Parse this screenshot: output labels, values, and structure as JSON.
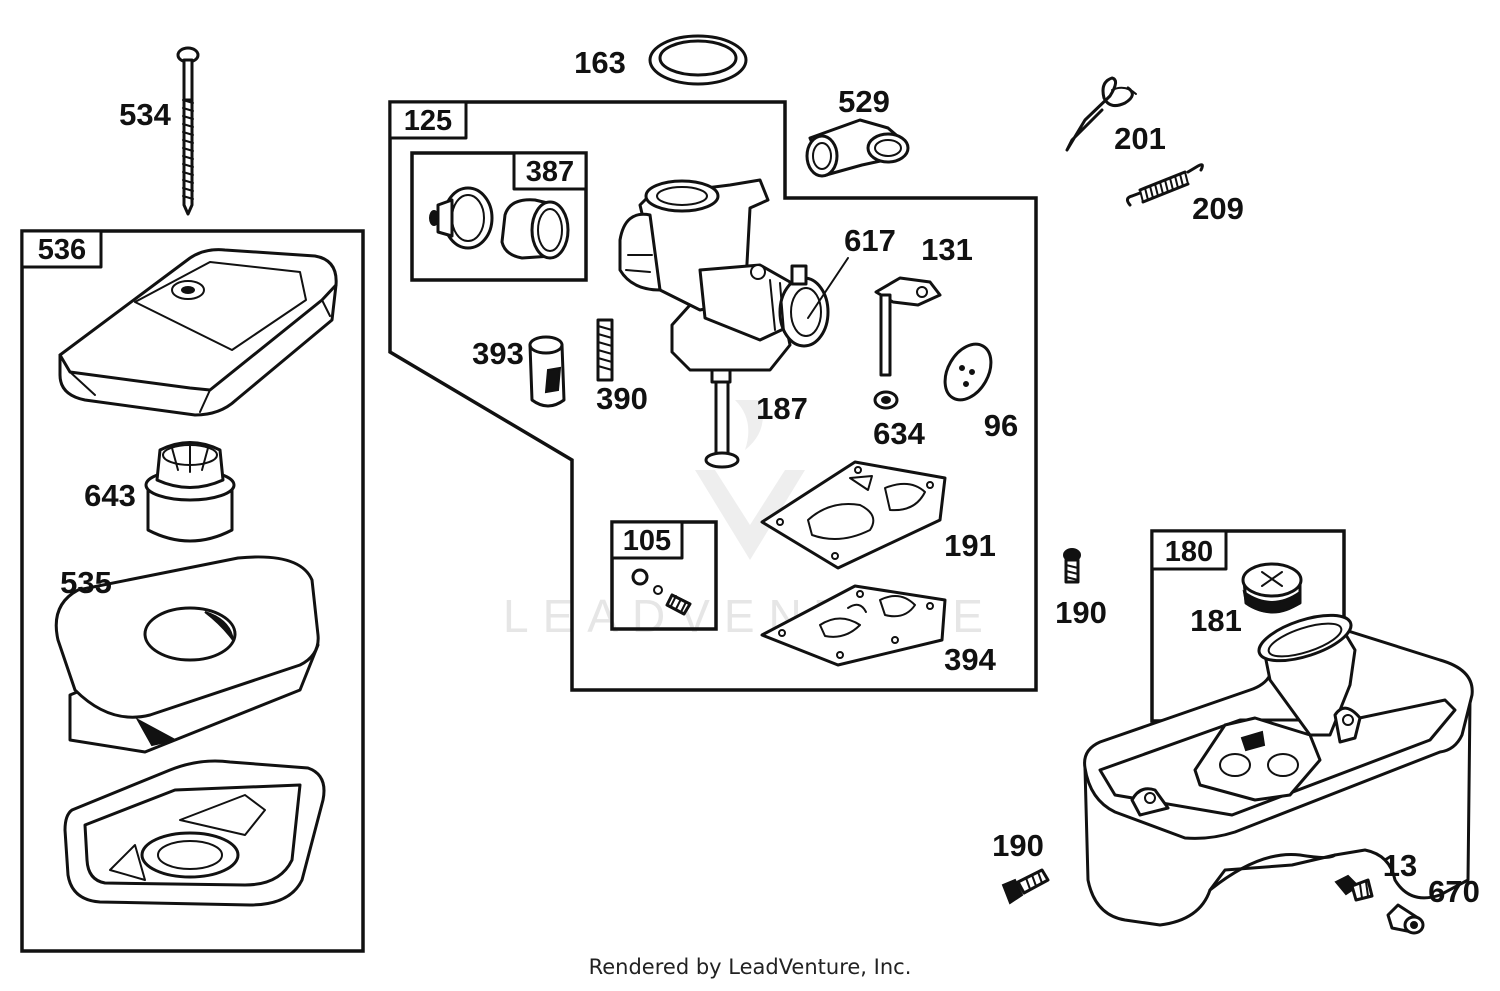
{
  "footer": "Rendered by LeadVenture, Inc.",
  "watermark": "LEADVENTURE",
  "boxes": [
    {
      "id": "536",
      "label": "536"
    },
    {
      "id": "125",
      "label": "125"
    },
    {
      "id": "387",
      "label": "387"
    },
    {
      "id": "105",
      "label": "105"
    },
    {
      "id": "180",
      "label": "180"
    }
  ],
  "parts": [
    {
      "id": "534",
      "label": "534"
    },
    {
      "id": "643",
      "label": "643"
    },
    {
      "id": "535",
      "label": "535"
    },
    {
      "id": "163",
      "label": "163"
    },
    {
      "id": "529",
      "label": "529"
    },
    {
      "id": "201",
      "label": "201"
    },
    {
      "id": "209",
      "label": "209"
    },
    {
      "id": "617",
      "label": "617"
    },
    {
      "id": "131",
      "label": "131"
    },
    {
      "id": "393",
      "label": "393"
    },
    {
      "id": "390",
      "label": "390"
    },
    {
      "id": "187",
      "label": "187"
    },
    {
      "id": "634",
      "label": "634"
    },
    {
      "id": "96",
      "label": "96"
    },
    {
      "id": "191",
      "label": "191"
    },
    {
      "id": "394",
      "label": "394"
    },
    {
      "id": "190a",
      "label": "190"
    },
    {
      "id": "181",
      "label": "181"
    },
    {
      "id": "190b",
      "label": "190"
    },
    {
      "id": "13",
      "label": "13"
    },
    {
      "id": "670",
      "label": "670"
    }
  ]
}
